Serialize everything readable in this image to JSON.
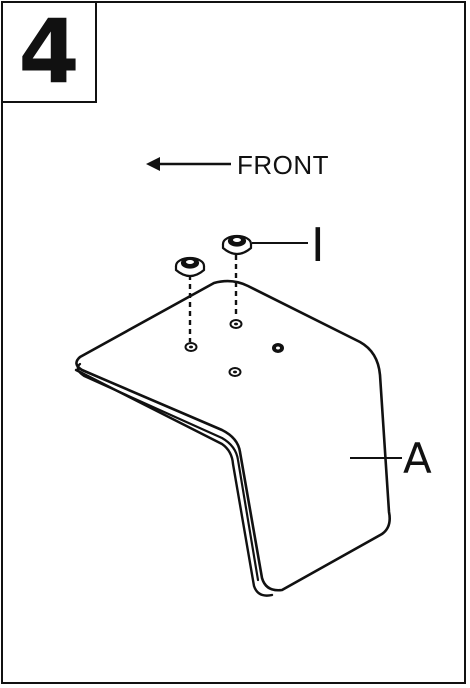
{
  "step": {
    "number": "4"
  },
  "direction": {
    "label": "FRONT"
  },
  "parts": {
    "washer_label": "I",
    "base_label": "A"
  }
}
